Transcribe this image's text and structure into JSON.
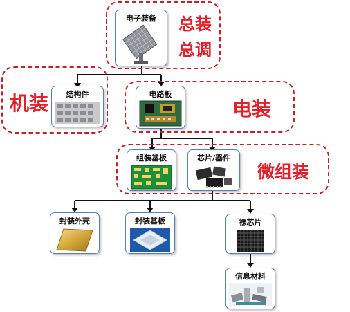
{
  "groups": {
    "top": {
      "label_line1": "总装",
      "label_line2": "总调"
    },
    "mech": {
      "label": "机装"
    },
    "elec": {
      "label": "电装"
    },
    "micro": {
      "label": "微组装"
    }
  },
  "nodes": {
    "antenna": "电子装备",
    "structure": "结构件",
    "circuit_board": "电路板",
    "assembly_substrate": "组装基板",
    "chip_device": "芯片/器件",
    "package_shell": "封装外壳",
    "package_substrate": "封装基板",
    "bare_chip": "裸芯片",
    "info_material": "信息材料"
  },
  "colors": {
    "accent_red": "#e0202a",
    "node_border": "#5a7fb0",
    "connector": "#111111"
  }
}
